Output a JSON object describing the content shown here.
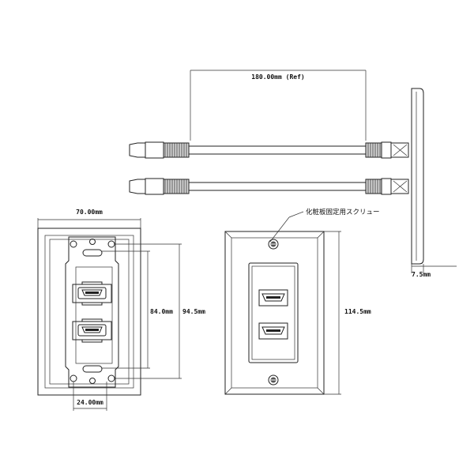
{
  "cable_drawing": {
    "length_label": "180.00mm (Ref)"
  },
  "side_view": {
    "thickness_label": "7.5mm"
  },
  "back_view": {
    "width_label": "70.00mm",
    "inner_height_label": "84.0mm",
    "outer_height_label": "94.5mm",
    "screw_spacing_label": "24.00mm"
  },
  "front_view": {
    "screw_callout": "化粧板固定用スクリュー",
    "height_label": "114.5mm"
  }
}
